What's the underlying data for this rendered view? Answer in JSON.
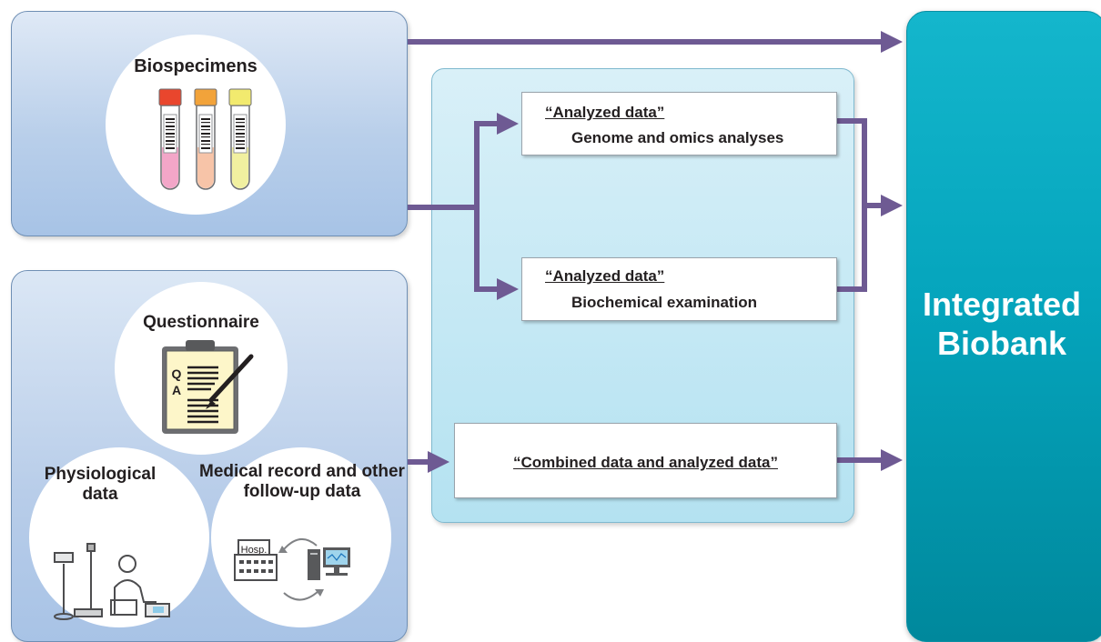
{
  "biospecimens": {
    "title": "Biospecimens",
    "tube_colors": [
      "#e9462d",
      "#f2a33a",
      "#f2ea6e"
    ],
    "liquid_colors": [
      "#f3a6c8",
      "#f7c4a8",
      "#f1f0a0"
    ]
  },
  "clinical": {
    "questionnaire_title": "Questionnaire",
    "questionnaire_letters": [
      "Q",
      "A"
    ],
    "physiological_title": "Physiological data",
    "medical_title": "Medical record and other follow-up data",
    "hosp_label": "Hosp."
  },
  "analysis": {
    "genome_box": {
      "heading": "“Analyzed data”",
      "subtitle": "Genome and omics analyses"
    },
    "biochem_box": {
      "heading": "“Analyzed data”",
      "subtitle": "Biochemical examination"
    },
    "combined_box": {
      "heading": "“Combined data and analyzed data”"
    }
  },
  "integrated": {
    "title": "Integrated Biobank"
  },
  "colors": {
    "arrow": "#6e5a93",
    "integrated": "#05a5bd",
    "panel_blue": "#a7c3e6",
    "panel_cyan": "#b4e2f1"
  }
}
